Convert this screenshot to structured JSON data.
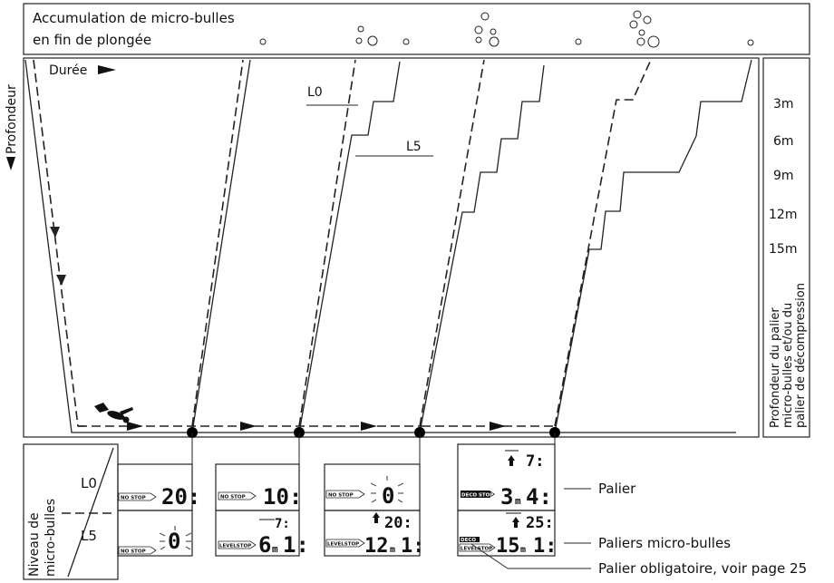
{
  "top_banner": {
    "line1": "Accumulation de micro-bulles",
    "line2": "en fin de plongée"
  },
  "axes": {
    "vertical_label": "Profondeur",
    "horizontal_label": "Durée"
  },
  "curve_labels": {
    "l0": "L0",
    "l5": "L5"
  },
  "depth_scale": {
    "ticks": [
      "3m",
      "6m",
      "9m",
      "12m",
      "15m"
    ],
    "caption_line1": "Profondeur du palier",
    "caption_line2": "micro-bulles et/ou du",
    "caption_line3": "palier de décompression"
  },
  "bottom_panel": {
    "title_line1": "Niveau de",
    "title_line2": "micro-bulles",
    "row_l0": "L0",
    "row_l5": "L5"
  },
  "displays": {
    "d1": {
      "l0_value": "20:",
      "l0_tag": "NO STOP",
      "l5_value": "0",
      "l5_tag": "NO STOP"
    },
    "d2": {
      "l0_value": "10:",
      "l0_tag": "NO STOP",
      "l5_top": "7:",
      "l5_depth": "6",
      "l5_unit": "m",
      "l5_value": "1:",
      "l5_tag": "LEVELSTOP"
    },
    "d3": {
      "l0_value": "0",
      "l0_tag": "NO STOP",
      "l5_top": "20:",
      "l5_depth": "12",
      "l5_unit": "m",
      "l5_value": "1:",
      "l5_tag": "LEVELSTOP"
    },
    "d4": {
      "l0_top": "7:",
      "l0_depth": "3",
      "l0_unit": "m",
      "l0_value": "4:",
      "l0_tag": "DECO STOP",
      "l5_top": "25:",
      "l5_depth": "15",
      "l5_unit": "m",
      "l5_value": "1:",
      "l5_tag_a": "DECO",
      "l5_tag_b": "LEVELSTOP"
    }
  },
  "callouts": {
    "palier": "Palier",
    "paliers_micro": "Paliers micro-bulles",
    "palier_obligatoire": "Palier obligatoire, voir page 25"
  }
}
